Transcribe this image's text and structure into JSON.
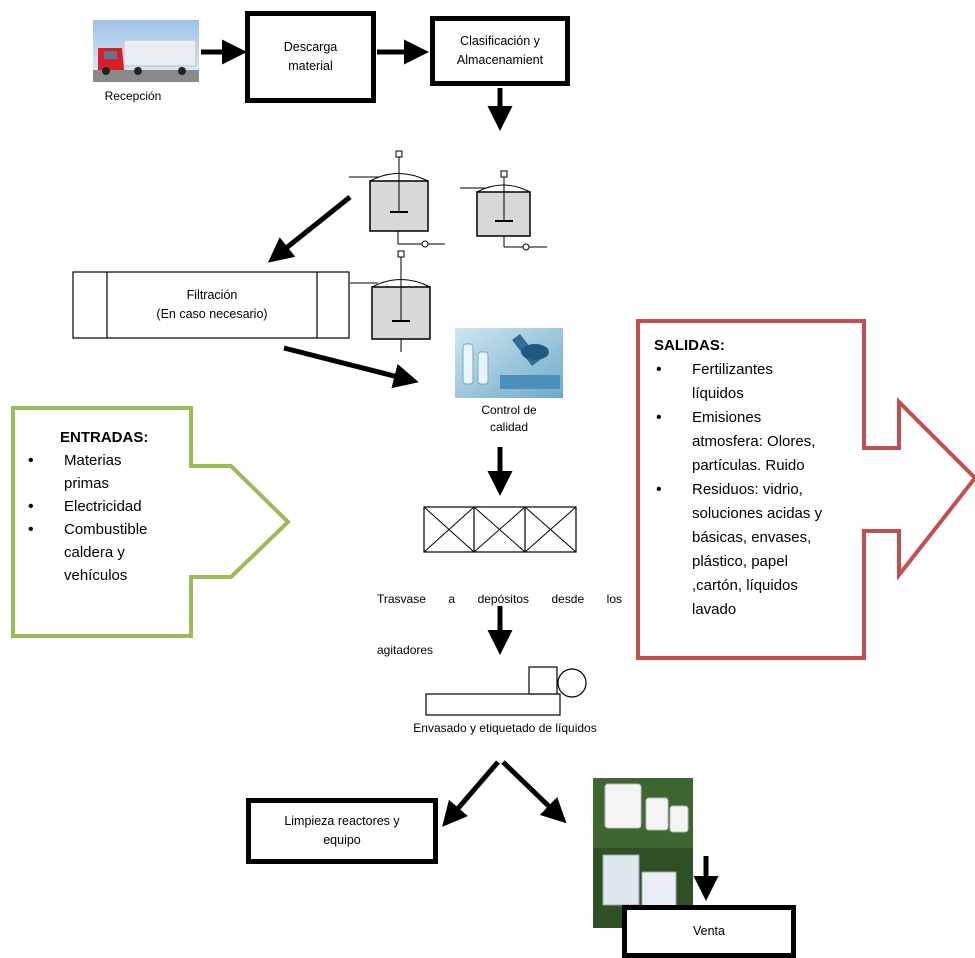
{
  "nodes": {
    "reception": {
      "label": "Recepción"
    },
    "unload": {
      "line1": "Descarga",
      "line2": "material"
    },
    "classify": {
      "line1": "Clasificación  y",
      "line2": "Almacenamient"
    },
    "filtration": {
      "line1": "Filtración",
      "line2": "(En caso necesario)"
    },
    "quality": {
      "line1": "Control de",
      "line2": "calidad"
    },
    "transfer": {
      "line1": "Trasvase  a  depósitos  desde  los",
      "line2": "agitadores"
    },
    "packaging": {
      "label": "Envasado y etiquetado de líquidos"
    },
    "cleaning": {
      "line1": "Limpieza reactores y",
      "line2": "equipo"
    },
    "sale": {
      "label": "Venta"
    }
  },
  "inputs": {
    "title": "ENTRADAS:",
    "items": [
      {
        "line1": "Materias",
        "line2": "primas"
      },
      {
        "line1": "Electricidad",
        "line2": ""
      },
      {
        "line1": "Combustible",
        "line2": "caldera y",
        "line3": "vehículos"
      }
    ],
    "border_color": "#9bbb59"
  },
  "outputs": {
    "title": "SALIDAS:",
    "items": [
      {
        "line1": "Fertilizantes",
        "line2": "líquidos"
      },
      {
        "line1": "Emisiones",
        "line2": "atmosfera: Olores,",
        "line3": "partículas. Ruido"
      },
      {
        "line1": "Residuos: vidrio,",
        "line2": "soluciones acidas y",
        "line3": "básicas, envases,",
        "line4": "plástico, papel",
        "line5": ",cartón, líquidos",
        "line6": "lavado"
      }
    ],
    "border_color": "#c0504d"
  },
  "icons": {
    "truck": "truck-photo",
    "tank": "agitator-tank-icon",
    "lab": "laboratory-photo",
    "filler": "filling-machine-icon",
    "products": "fertilizer-products-photo"
  }
}
